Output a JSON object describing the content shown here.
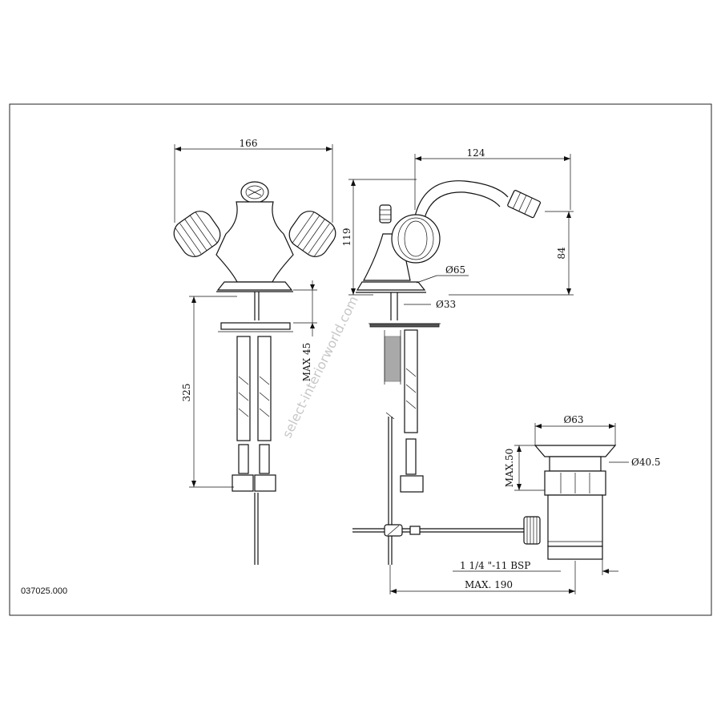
{
  "drawing": {
    "product_code": "037025.000",
    "watermark": "select-interiorworld.com",
    "front_view": {
      "width_dim": "166",
      "below_deck_dim": "325",
      "deck_thickness_dim": "MAX 45"
    },
    "side_view": {
      "reach_dim": "124",
      "height_dim": "119",
      "spout_height_dim": "84",
      "base_diameter_dim": "Ø65",
      "shank_diameter_dim": "Ø33"
    },
    "waste_view": {
      "flange_diameter_dim": "Ø63",
      "body_diameter_dim": "Ø40.5",
      "flange_height_dim": "MAX.50",
      "thread_dim": "1 1/4 \"-11 BSP",
      "rod_length_dim": "MAX. 190"
    }
  }
}
